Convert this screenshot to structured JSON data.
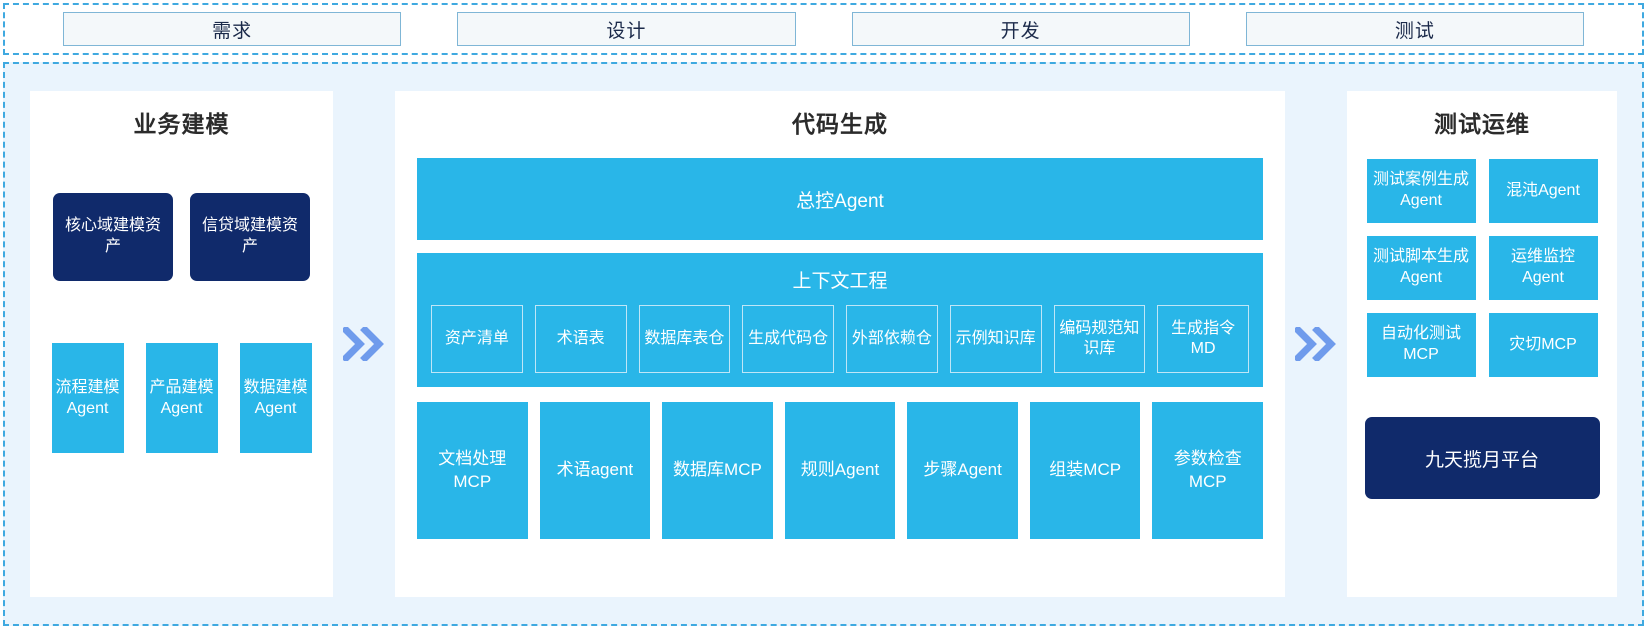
{
  "phases": [
    {
      "label": "需求"
    },
    {
      "label": "设计"
    },
    {
      "label": "开发"
    },
    {
      "label": "测试"
    }
  ],
  "colors": {
    "accent_blue": "#29b6e8",
    "dark_navy": "#102a6b",
    "panel_bg": "#eaf4fd",
    "dashed_border": "#3fa9e0",
    "arrow": "#6f9bec"
  },
  "left_panel": {
    "title": "业务建模",
    "assets": [
      {
        "label": "核心域建模资产"
      },
      {
        "label": "信贷域建模资产"
      }
    ],
    "agents": [
      {
        "label": "流程建模Agent"
      },
      {
        "label": "产品建模Agent"
      },
      {
        "label": "数据建模Agent"
      }
    ]
  },
  "center_panel": {
    "title": "代码生成",
    "master_agent": "总控Agent",
    "context_engineering": {
      "title": "上下文工程",
      "items": [
        {
          "label": "资产清单"
        },
        {
          "label": "术语表"
        },
        {
          "label": "数据库表仓"
        },
        {
          "label": "生成代码仓"
        },
        {
          "label": "外部依赖仓"
        },
        {
          "label": "示例知识库"
        },
        {
          "label": "编码规范知识库"
        },
        {
          "label": "生成指令MD"
        }
      ]
    },
    "tools": [
      {
        "label": "文档处理MCP"
      },
      {
        "label": "术语agent"
      },
      {
        "label": "数据库MCP"
      },
      {
        "label": "规则Agent"
      },
      {
        "label": "步骤Agent"
      },
      {
        "label": "组装MCP"
      },
      {
        "label": "参数检查MCP"
      }
    ]
  },
  "right_panel": {
    "title": "测试运维",
    "items": [
      {
        "label": "测试案例生成Agent"
      },
      {
        "label": "混沌Agent"
      },
      {
        "label": "测试脚本生成Agent"
      },
      {
        "label": "运维监控Agent"
      },
      {
        "label": "自动化测试MCP"
      },
      {
        "label": "灾切MCP"
      }
    ],
    "platform": "九天揽月平台"
  },
  "arrows": [
    {
      "name": "arrow-left-to-center"
    },
    {
      "name": "arrow-center-to-right"
    }
  ]
}
